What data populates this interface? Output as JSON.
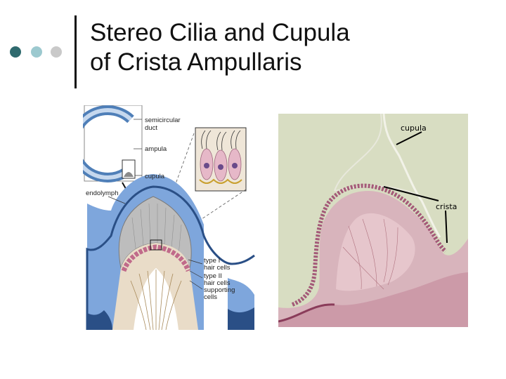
{
  "slide": {
    "title_line1": "Stereo Cilia and Cupula",
    "title_line2": "of Crista Ampullaris"
  },
  "bullets": {
    "colors": [
      "#2f6a6e",
      "#9cc9cf",
      "#c9c9c9"
    ]
  },
  "diagram": {
    "labels": {
      "semicircular_duct": "semicircular duct",
      "ampula": "ampula",
      "cupula": "cupula",
      "endolymph": "endolymph",
      "type1": "type I hair cells",
      "type2": "type II hair cells",
      "supporting": "supporting cells"
    }
  },
  "micrograph": {
    "labels": {
      "cupula": "cupula",
      "crista": "crista"
    }
  }
}
